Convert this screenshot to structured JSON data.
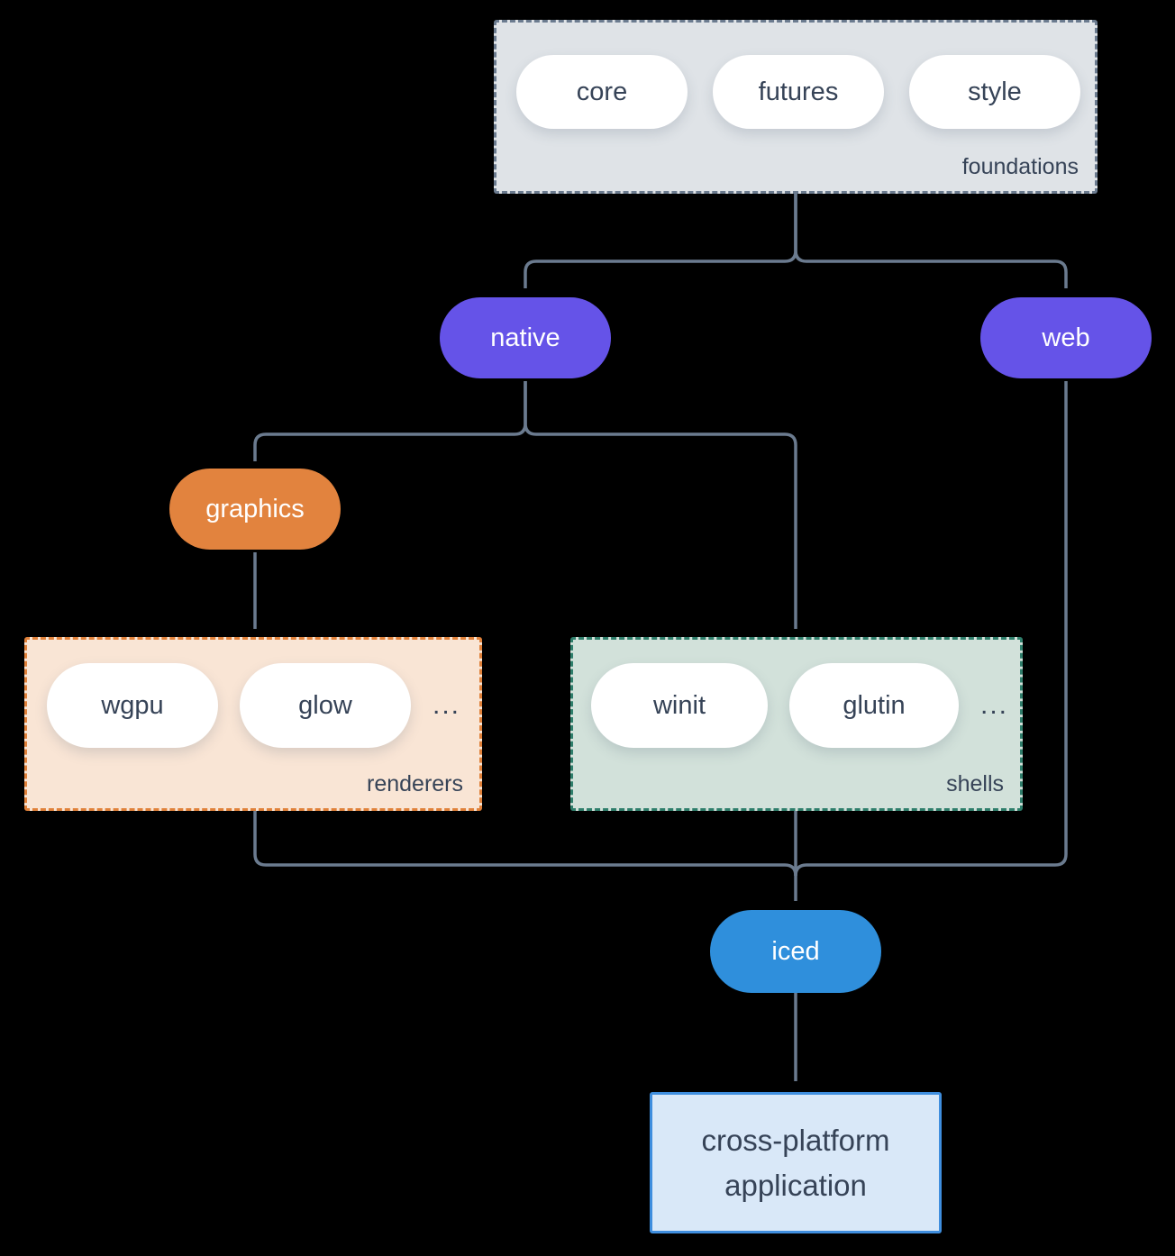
{
  "colors": {
    "background": "#000000",
    "arrow": "#6b7b8f",
    "text_dark": "#364357",
    "purple_pill": "#6553e8",
    "orange_pill": "#e2833e",
    "blue_pill": "#2f8fdc",
    "foundations_bg": "#dfe3e7",
    "foundations_border": "#6b7b8f",
    "renderers_bg": "#f9e5d5",
    "renderers_border": "#e0813a",
    "shells_bg": "#d2e1da",
    "shells_border": "#2f7e6b",
    "application_bg": "#d9e8f8",
    "application_border": "#3f8ede"
  },
  "foundations": {
    "label": "foundations",
    "items": [
      "core",
      "futures",
      "style"
    ]
  },
  "nodes": {
    "native": {
      "label": "native"
    },
    "web": {
      "label": "web"
    },
    "graphics": {
      "label": "graphics"
    },
    "iced": {
      "label": "iced"
    }
  },
  "renderers": {
    "label": "renderers",
    "items": [
      "wgpu",
      "glow"
    ],
    "more": "..."
  },
  "shells": {
    "label": "shells",
    "items": [
      "winit",
      "glutin"
    ],
    "more": "..."
  },
  "application": {
    "line1": "cross-platform",
    "line2": "application"
  }
}
